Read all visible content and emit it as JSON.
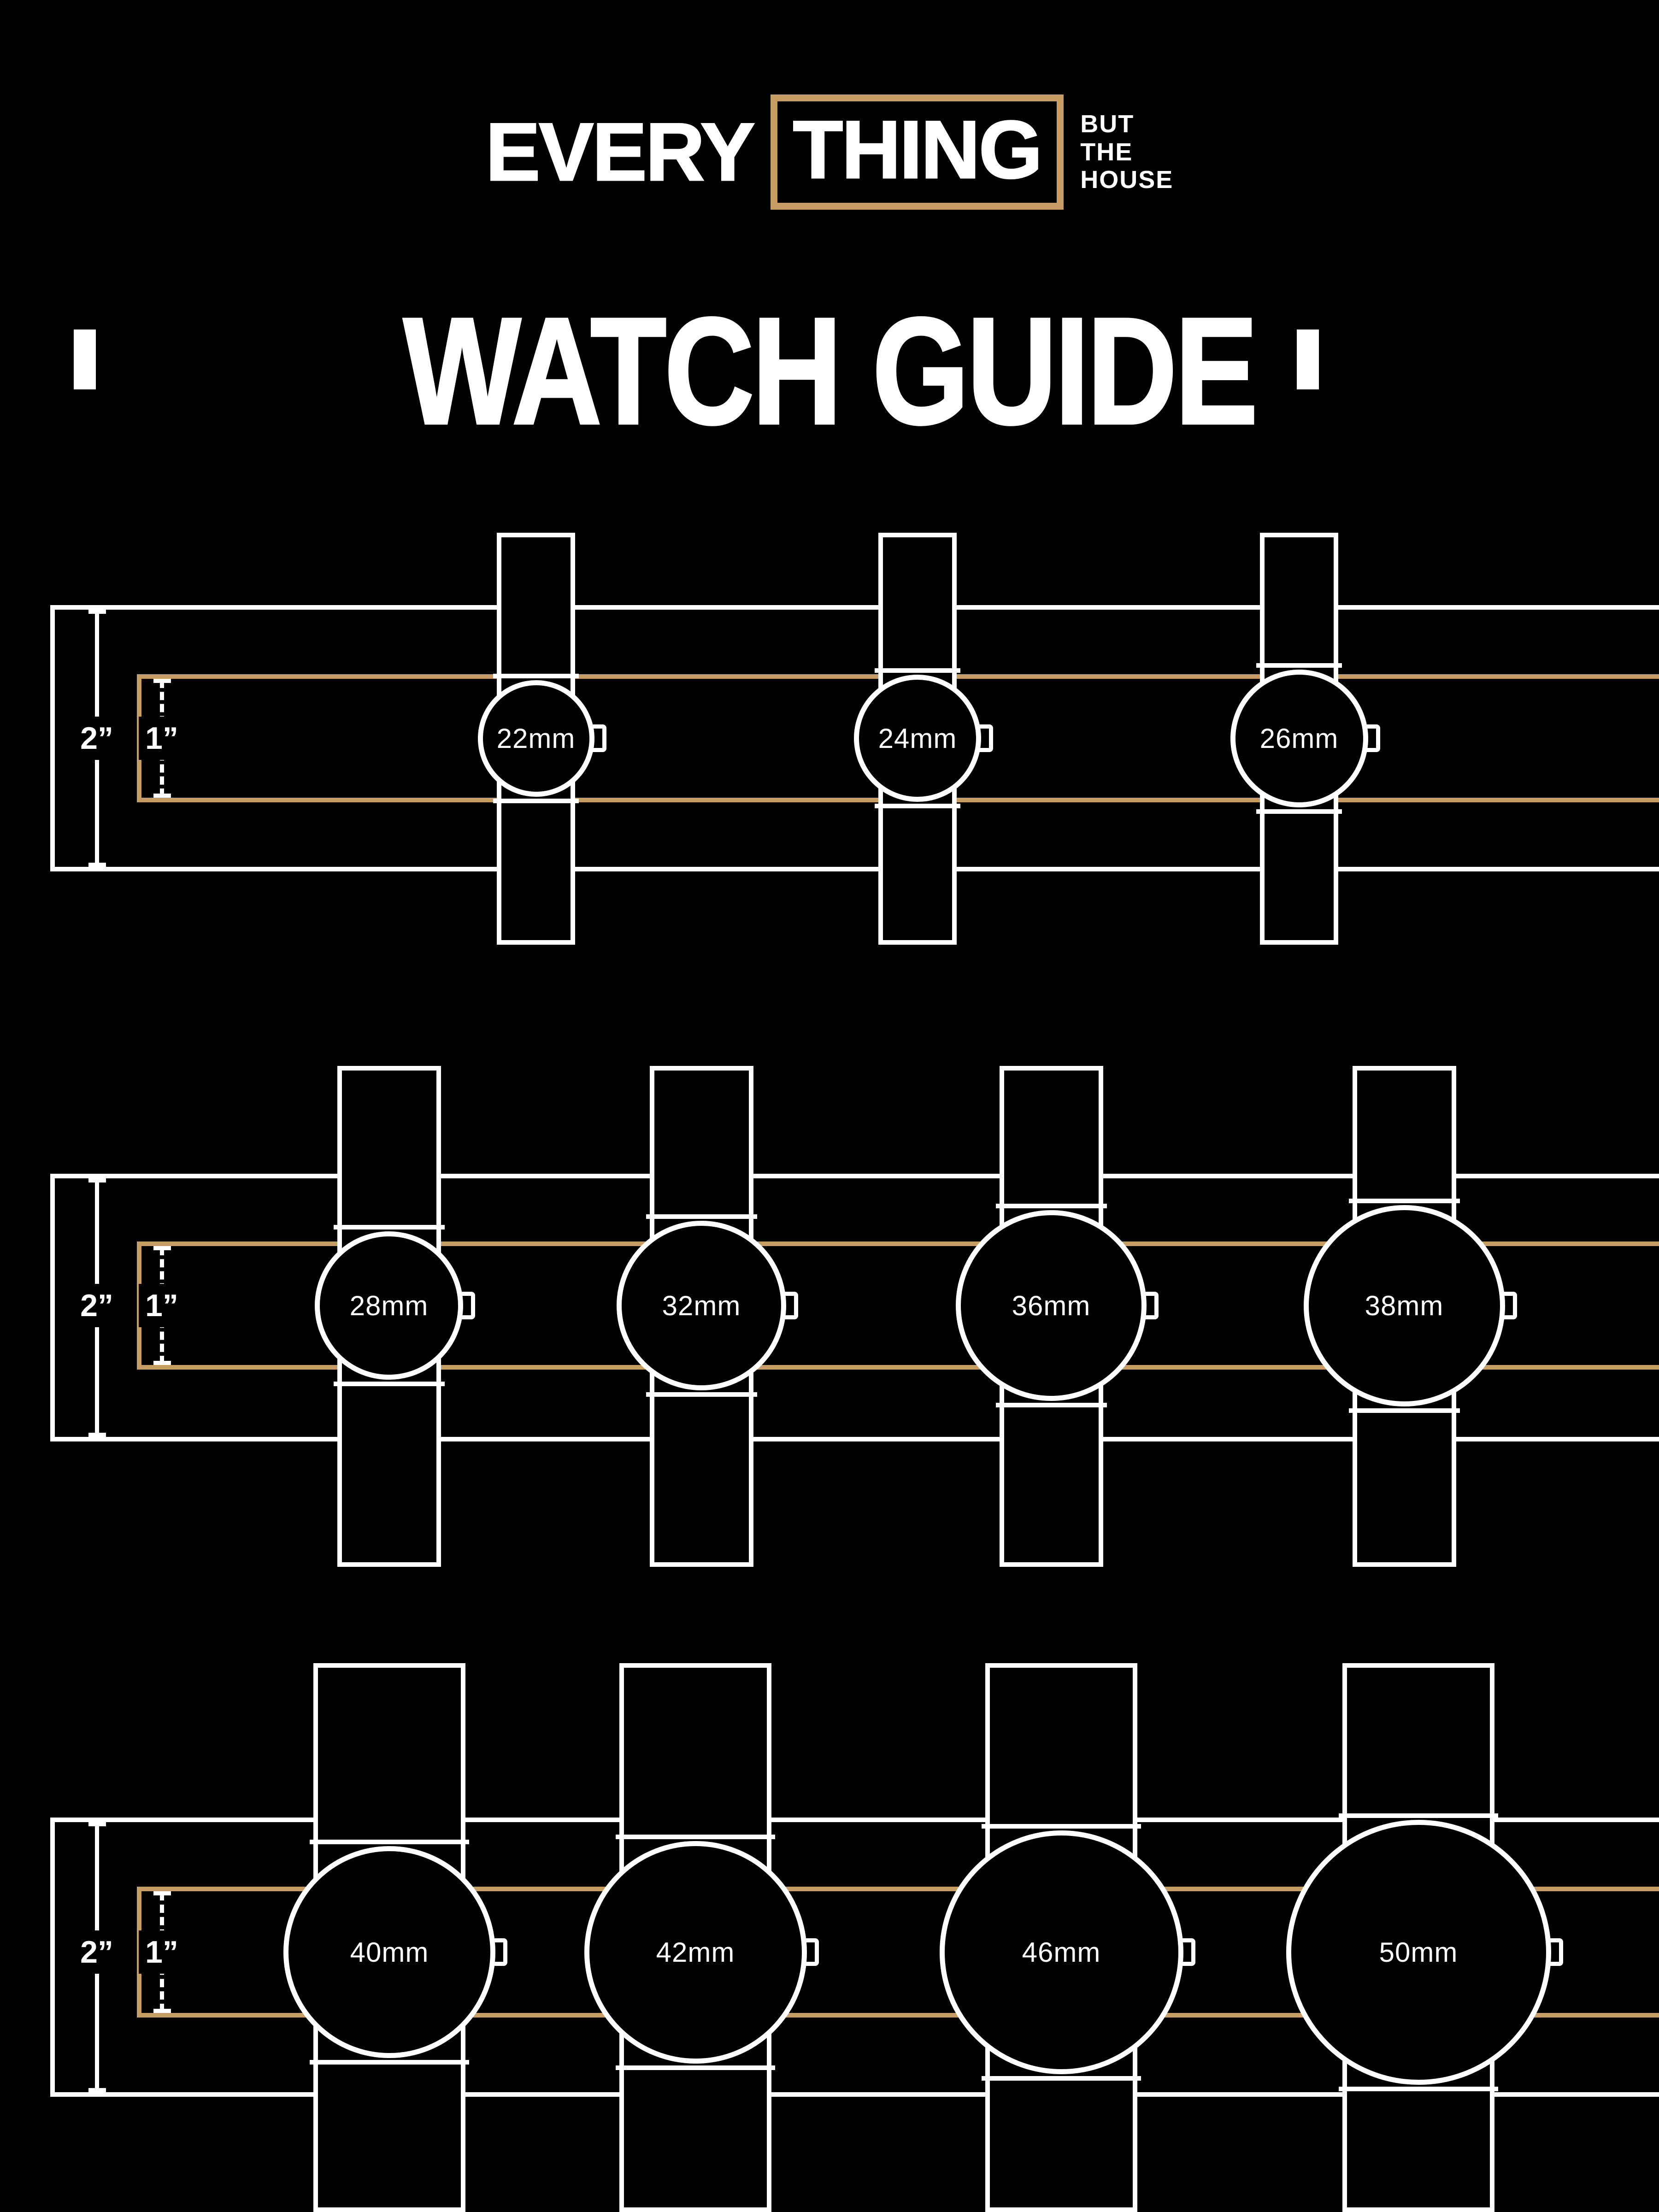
{
  "brand": {
    "word_plain": "EVERY",
    "word_boxed": "THING",
    "tagline": [
      "BUT",
      "THE",
      "HOUSE"
    ]
  },
  "title": "WATCH GUIDE",
  "colors": {
    "background": "#000000",
    "gold": "#C69C63",
    "white": "#FFFFFF"
  },
  "rows": [
    {
      "band_2in_label": "2”",
      "band_1in_label": "1”",
      "watches": [
        {
          "label": "22mm",
          "size_mm": 22
        },
        {
          "label": "24mm",
          "size_mm": 24
        },
        {
          "label": "26mm",
          "size_mm": 26
        }
      ]
    },
    {
      "band_2in_label": "2”",
      "band_1in_label": "1”",
      "watches": [
        {
          "label": "28mm",
          "size_mm": 28
        },
        {
          "label": "32mm",
          "size_mm": 32
        },
        {
          "label": "36mm",
          "size_mm": 36
        },
        {
          "label": "38mm",
          "size_mm": 38
        }
      ]
    },
    {
      "band_2in_label": "2”",
      "band_1in_label": "1”",
      "watches": [
        {
          "label": "40mm",
          "size_mm": 40
        },
        {
          "label": "42mm",
          "size_mm": 42
        },
        {
          "label": "46mm",
          "size_mm": 46
        },
        {
          "label": "50mm",
          "size_mm": 50
        }
      ]
    }
  ]
}
